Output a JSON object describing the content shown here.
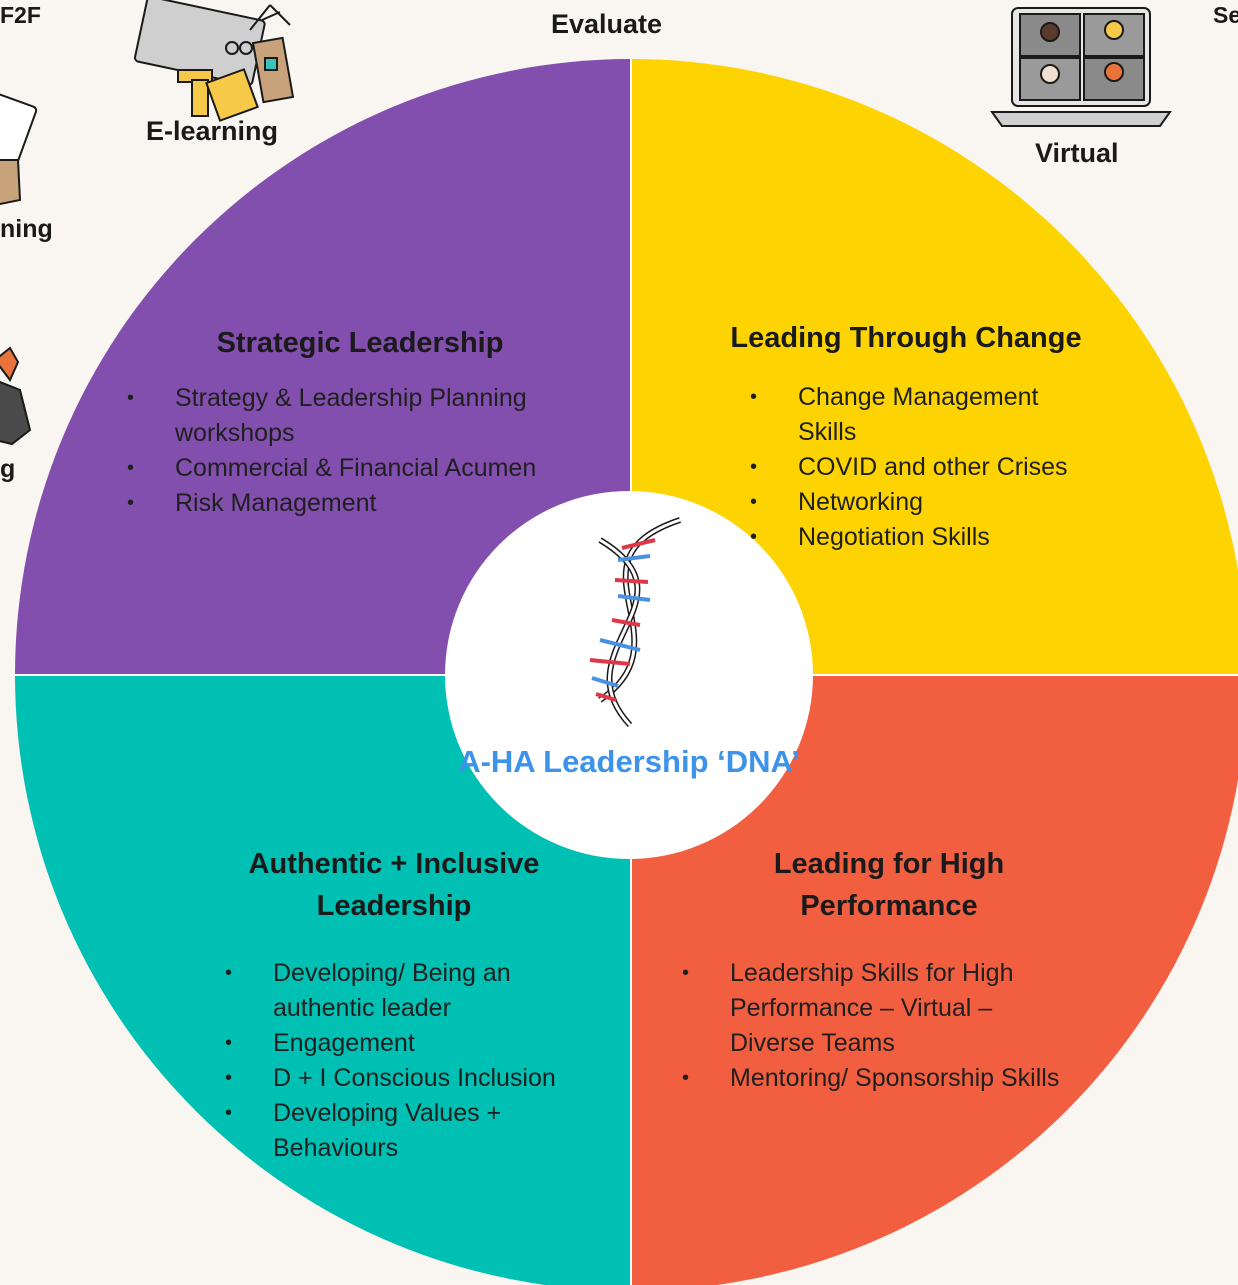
{
  "modes": {
    "f2f": "F2F",
    "e_learning": "E-learning",
    "evaluate": "Evaluate",
    "virtual": "Virtual",
    "top_right_partial": "Se",
    "left_partial_1": "ning",
    "left_partial_2": "g"
  },
  "quadrants": {
    "strategic": {
      "title": "Strategic Leadership",
      "items": [
        "Strategy & Leadership Planning workshops",
        "Commercial & Financial Acumen",
        "Risk Management"
      ]
    },
    "change": {
      "title": "Leading Through Change",
      "items": [
        "Change Management Skills",
        "COVID and other Crises",
        "Networking",
        "Negotiation Skills"
      ]
    },
    "authentic": {
      "title": "Authentic + Inclusive Leadership",
      "items": [
        "Developing/ Being an authentic leader",
        "Engagement",
        "D + I Conscious Inclusion",
        "Developing Values + Behaviours"
      ]
    },
    "performance": {
      "title": "Leading for High Performance",
      "items": [
        "Leadership Skills for High Performance – Virtual – Diverse Teams",
        "Mentoring/ Sponsorship Skills"
      ]
    }
  },
  "center": {
    "title": "A-HA Leadership ‘DNA’"
  },
  "colors": {
    "background": "#f9f5f0",
    "purple": "#824fae",
    "yellow": "#fdd402",
    "teal": "#00bfb3",
    "coral": "#f25e40",
    "center_text": "#3d93ea"
  }
}
